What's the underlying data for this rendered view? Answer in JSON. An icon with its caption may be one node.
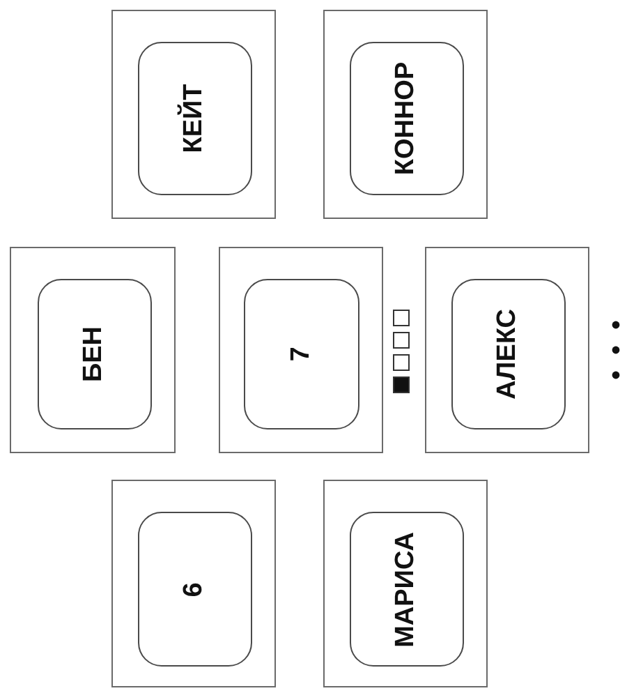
{
  "diagram": {
    "nodes": [
      {
        "text": [],
        "shape": "box"
      },
      {
        "text": [
          "КЕЙТ"
        ],
        "in": 0
      },
      {
        "text": [],
        "shape": "box"
      },
      {
        "text": [
          "КОННОР"
        ],
        "in": 2
      },
      {
        "text": [],
        "shape": "box"
      },
      {
        "text": [
          "БЕН"
        ],
        "in": 4
      },
      {
        "text": [],
        "shape": "box"
      },
      {
        "text": [
          "7"
        ],
        "in": 6
      },
      {
        "text": [],
        "shape": "box"
      },
      {
        "text": [
          "АЛЕКС"
        ],
        "in": 8
      },
      {
        "text": [],
        "shape": "box"
      },
      {
        "text": [
          "6"
        ],
        "in": 10
      },
      {
        "text": [],
        "shape": "box"
      },
      {
        "text": [
          "МАРИСА"
        ],
        "in": 12
      }
    ]
  }
}
